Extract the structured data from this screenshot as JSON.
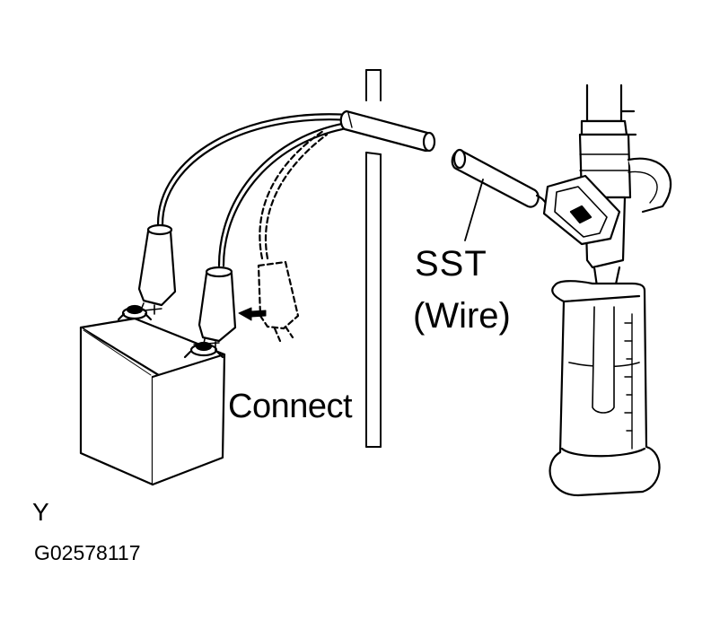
{
  "labels": {
    "connect": "Connect",
    "sst": "SST",
    "wire": "(Wire)",
    "view_letter": "Y",
    "figure_code": "G02578117"
  },
  "colors": {
    "line": "#000000",
    "background": "#ffffff"
  }
}
